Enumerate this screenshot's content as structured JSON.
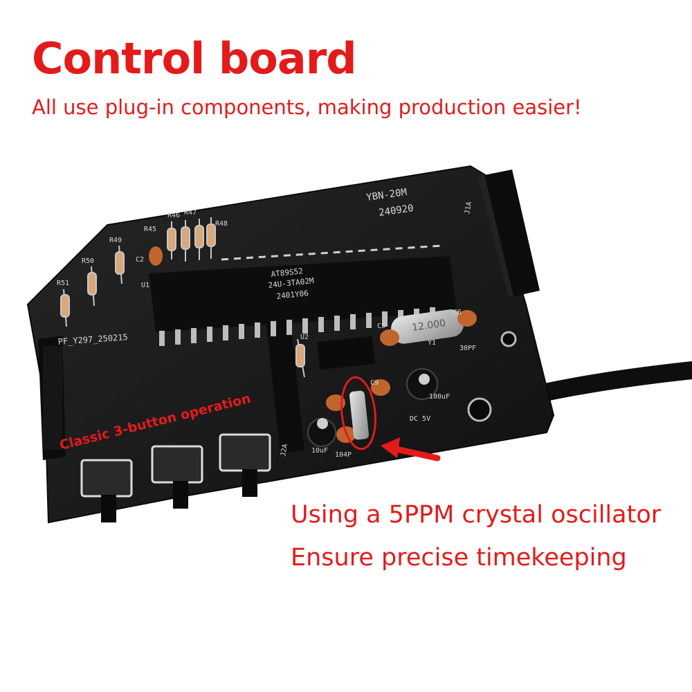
{
  "header": {
    "title": "Control board",
    "subtitle": "All use plug-in components, making production easier!"
  },
  "annotations": {
    "buttons_label": "Classic 3-button operation",
    "crystal_caption_line1": "Using a 5PPM crystal oscillator",
    "crystal_caption_line2": "Ensure precise timekeeping"
  },
  "board_silkscreen": {
    "model": "YBN-20M",
    "date_code": "240920",
    "board_id": "PF_Y297_250215",
    "chip_line1": "AT89S52",
    "chip_line2": "24U-3TA02M",
    "chip_line3": "2401Y06",
    "crystal_marking": "12.000",
    "labels": [
      "R45",
      "R46",
      "R47",
      "R48",
      "R49",
      "R50",
      "R51",
      "C2",
      "U1",
      "U2",
      "C5",
      "C6",
      "C9",
      "Y1",
      "30PF",
      "100uF",
      "10uF",
      "104P",
      "DC 5V",
      "J1A",
      "J2A"
    ]
  },
  "colors": {
    "accent_red": "#e31b1b",
    "pcb_black": "#1a1a1a"
  }
}
